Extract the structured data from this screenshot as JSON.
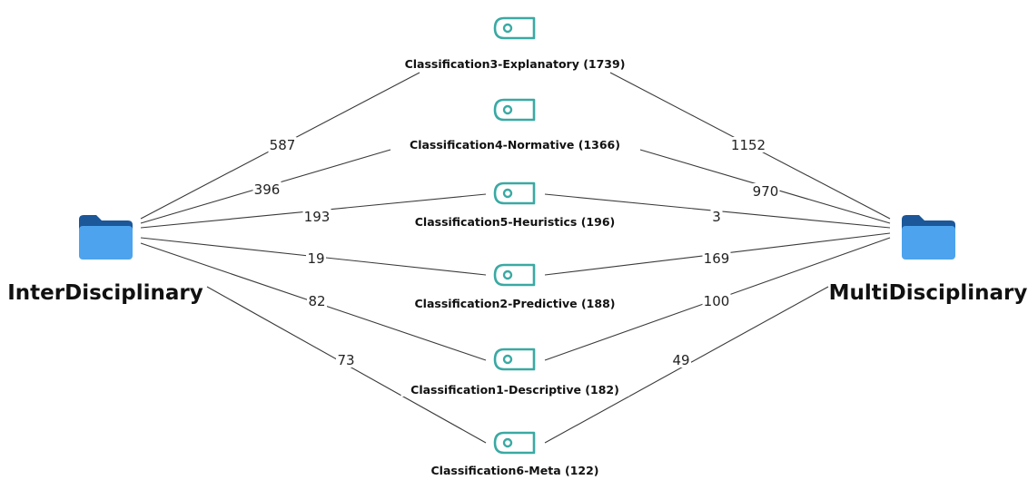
{
  "hubs": [
    {
      "id": "inter",
      "label": "InterDisciplinary",
      "icon": "folder-icon"
    },
    {
      "id": "multi",
      "label": "MultiDisciplinary",
      "icon": "folder-icon"
    }
  ],
  "categories": [
    {
      "id": "c3",
      "label": "Classification3-Explanatory (1739)",
      "icon": "tag-icon"
    },
    {
      "id": "c4",
      "label": "Classification4-Normative (1366)",
      "icon": "tag-icon"
    },
    {
      "id": "c5",
      "label": "Classification5-Heuristics (196)",
      "icon": "tag-icon"
    },
    {
      "id": "c2",
      "label": "Classification2-Predictive (188)",
      "icon": "tag-icon"
    },
    {
      "id": "c1",
      "label": "Classification1-Descriptive (182)",
      "icon": "tag-icon"
    },
    {
      "id": "c6",
      "label": "Classification6-Meta (122)",
      "icon": "tag-icon"
    }
  ],
  "edges": [
    {
      "from": "inter",
      "to": "c3",
      "value": "587"
    },
    {
      "from": "inter",
      "to": "c4",
      "value": "396"
    },
    {
      "from": "inter",
      "to": "c5",
      "value": "193"
    },
    {
      "from": "inter",
      "to": "c2",
      "value": "19"
    },
    {
      "from": "inter",
      "to": "c1",
      "value": "82"
    },
    {
      "from": "inter",
      "to": "c6",
      "value": "73"
    },
    {
      "from": "multi",
      "to": "c3",
      "value": "1152"
    },
    {
      "from": "multi",
      "to": "c4",
      "value": "970"
    },
    {
      "from": "multi",
      "to": "c5",
      "value": "3"
    },
    {
      "from": "multi",
      "to": "c2",
      "value": "169"
    },
    {
      "from": "multi",
      "to": "c1",
      "value": "100"
    },
    {
      "from": "multi",
      "to": "c6",
      "value": "49"
    }
  ],
  "colors": {
    "tag": "#3aa9a3",
    "folder_front": "#4ea3ee",
    "folder_back": "#1b5799",
    "edge": "#3a3a3a"
  }
}
